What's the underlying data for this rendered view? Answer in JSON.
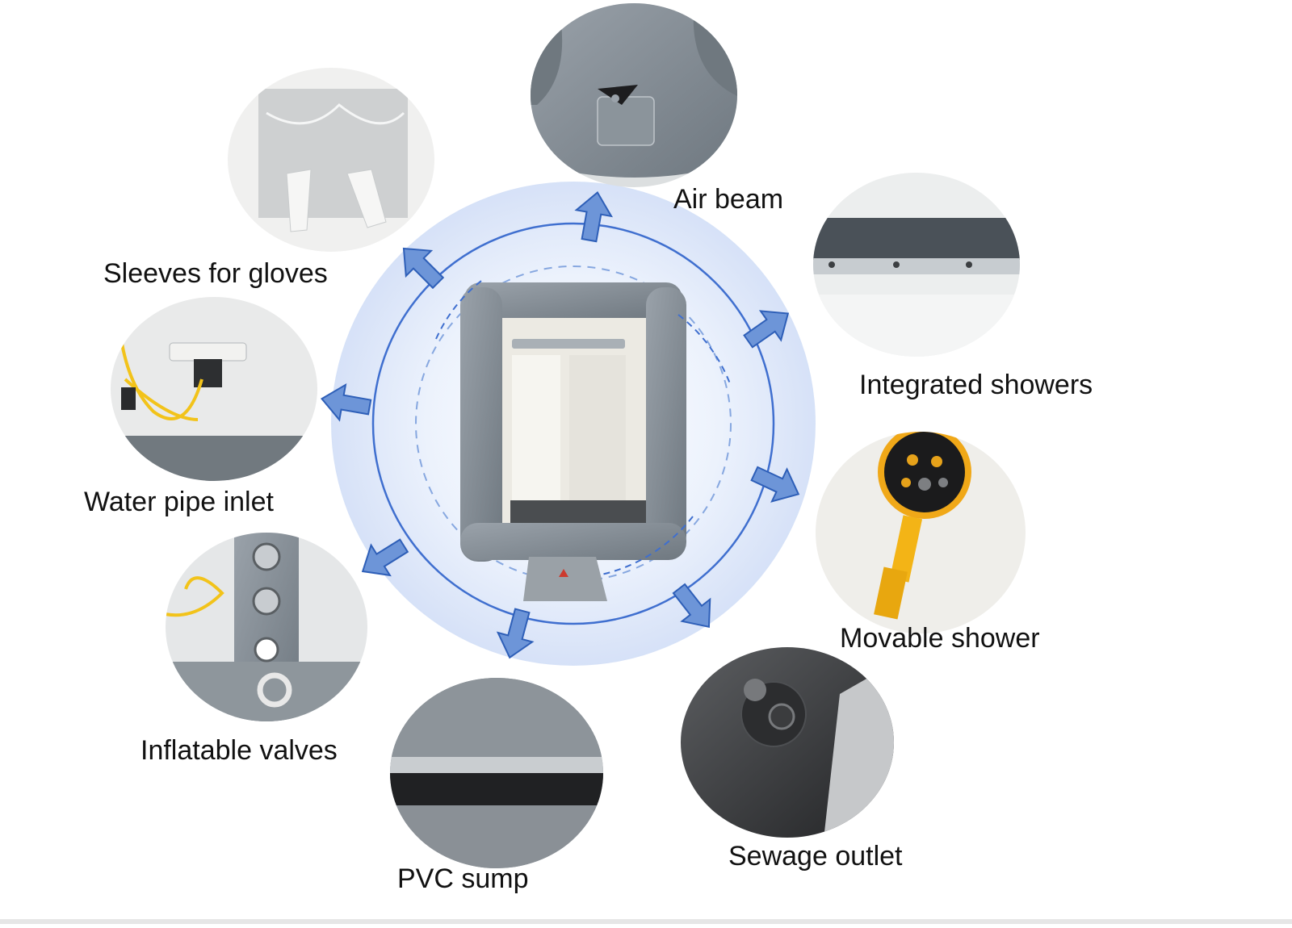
{
  "features": [
    {
      "id": "air-beam",
      "label": "Air beam"
    },
    {
      "id": "integrated-showers",
      "label": "Integrated showers"
    },
    {
      "id": "movable-shower",
      "label": "Movable shower"
    },
    {
      "id": "sewage-outlet",
      "label": "Sewage outlet"
    },
    {
      "id": "pvc-sump",
      "label": "PVC sump"
    },
    {
      "id": "inflatable-valves",
      "label": "Inflatable valves"
    },
    {
      "id": "water-pipe-inlet",
      "label": "Water pipe inlet"
    },
    {
      "id": "sleeves-for-gloves",
      "label": "Sleeves for gloves"
    }
  ],
  "colors": {
    "arrow_fill": "#6d95d8",
    "arrow_stroke": "#2e5fb8",
    "ring": "#3f6fcf",
    "glow": "#dbe7fb",
    "tent_frame": "#8a939c",
    "tent_curtain": "#eceae3"
  }
}
